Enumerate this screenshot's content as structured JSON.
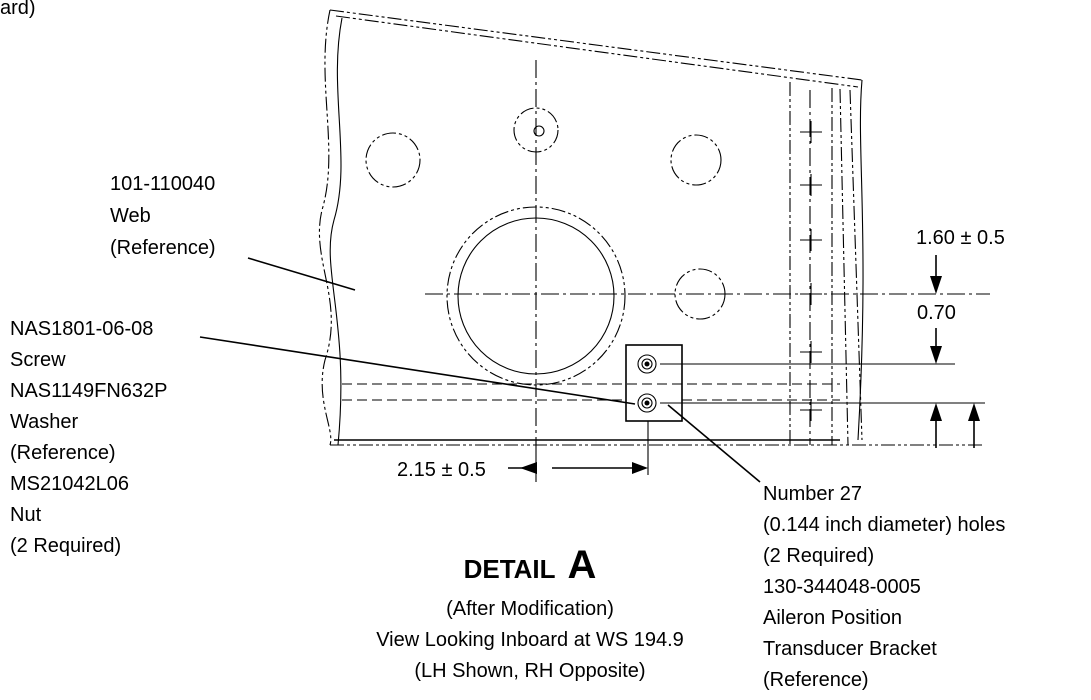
{
  "header_partial": "ard)",
  "detail": {
    "prefix": "DETAIL",
    "letter": "A",
    "line1": "(After Modification)",
    "line2": "View Looking Inboard at WS 194.9",
    "line3": "(LH Shown, RH Opposite)"
  },
  "callouts": {
    "web": [
      "101-110040",
      "Web",
      "(Reference)"
    ],
    "hardware": [
      "NAS1801-06-08",
      "Screw",
      "NAS1149FN632P",
      "Washer",
      "(Reference)",
      "MS21042L06",
      "Nut",
      "(2 Required)"
    ],
    "holes": [
      "Number 27",
      "(0.144 inch diameter) holes",
      "(2 Required)",
      "130-344048-0005",
      "Aileron Position",
      "Transducer Bracket",
      "(Reference)"
    ]
  },
  "dimensions": {
    "vertical_top": "1.60 ± 0.5",
    "vertical_small": "0.70",
    "horizontal": "2.15 ± 0.5"
  }
}
